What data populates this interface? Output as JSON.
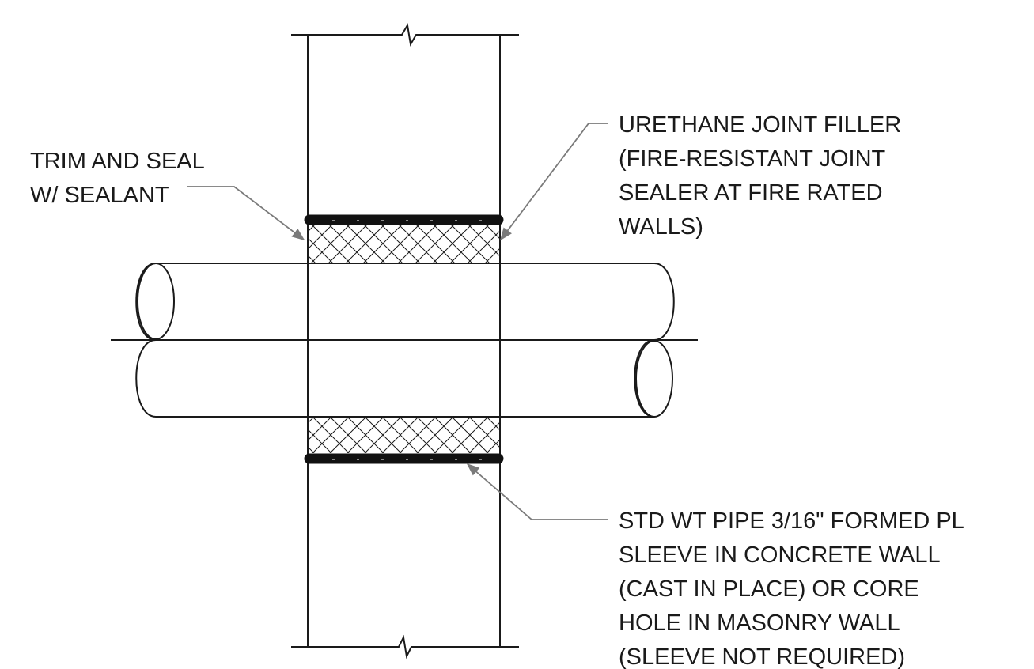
{
  "notes": {
    "trim_seal": [
      "TRIM AND SEAL",
      "W/ SEALANT"
    ],
    "urethane": [
      "URETHANE JOINT FILLER",
      "(FIRE-RESISTANT JOINT",
      "SEALER AT FIRE RATED",
      "WALLS)"
    ],
    "sleeve": [
      "STD WT PIPE 3/16\" FORMED PL",
      "SLEEVE IN CONCRETE WALL",
      "(CAST IN PLACE) OR CORE",
      "HOLE IN MASONRY WALL",
      "(SLEEVE NOT REQUIRED)"
    ]
  },
  "colors": {
    "linework": "#1a1a1a",
    "leader": "#7a7a7a",
    "sleeve": "#111111"
  }
}
